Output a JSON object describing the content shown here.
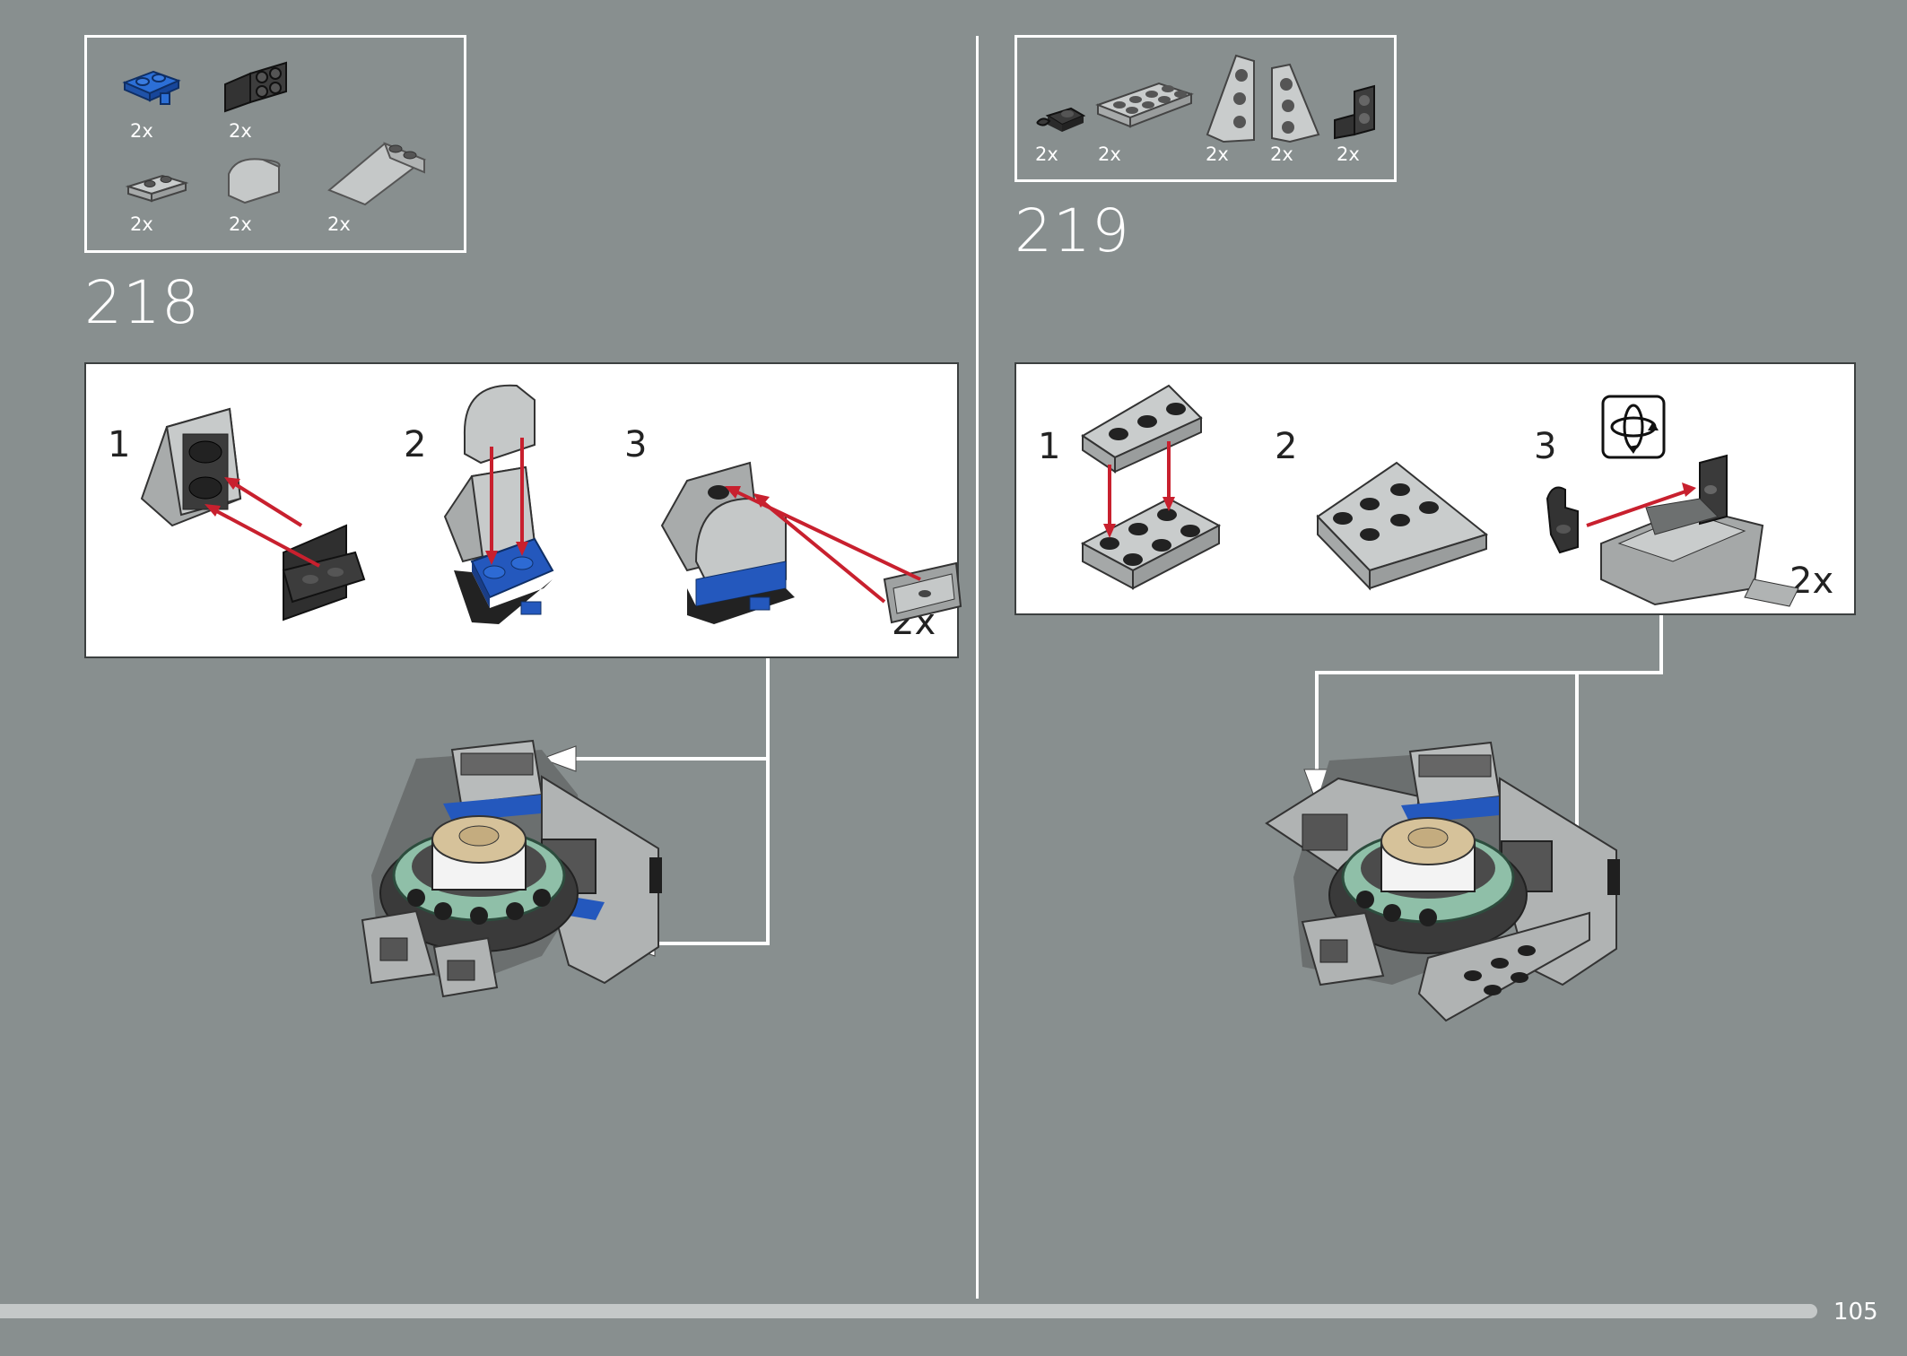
{
  "colors": {
    "background": "#888f8f",
    "panel": "#ffffff",
    "arrow": "#c8202e",
    "blue_brick": "#1f5cc4",
    "page_bar": "#c4c8c8"
  },
  "step_218": {
    "number": "218",
    "parts": [
      {
        "qty": "2x",
        "icon": "blue-plate-clip-icon"
      },
      {
        "qty": "2x",
        "icon": "black-bracket-icon"
      },
      {
        "qty": "2x",
        "icon": "grey-plate-1x2-icon"
      },
      {
        "qty": "2x",
        "icon": "grey-curved-slope-icon"
      },
      {
        "qty": "2x",
        "icon": "grey-wedge-slope-icon"
      }
    ],
    "substeps": [
      "1",
      "2",
      "3"
    ],
    "multiplier": "2x"
  },
  "step_219": {
    "number": "219",
    "parts": [
      {
        "qty": "2x",
        "icon": "black-clip-icon"
      },
      {
        "qty": "2x",
        "icon": "grey-plate-2x4-icon"
      },
      {
        "qty": "2x",
        "icon": "grey-wedge-left-icon"
      },
      {
        "qty": "2x",
        "icon": "grey-wedge-right-icon"
      },
      {
        "qty": "2x",
        "icon": "black-bracket-small-icon"
      }
    ],
    "substeps": [
      "1",
      "2",
      "3"
    ],
    "multiplier": "2x",
    "rotate_icon": "rotate-model-icon"
  },
  "page_number": "105"
}
